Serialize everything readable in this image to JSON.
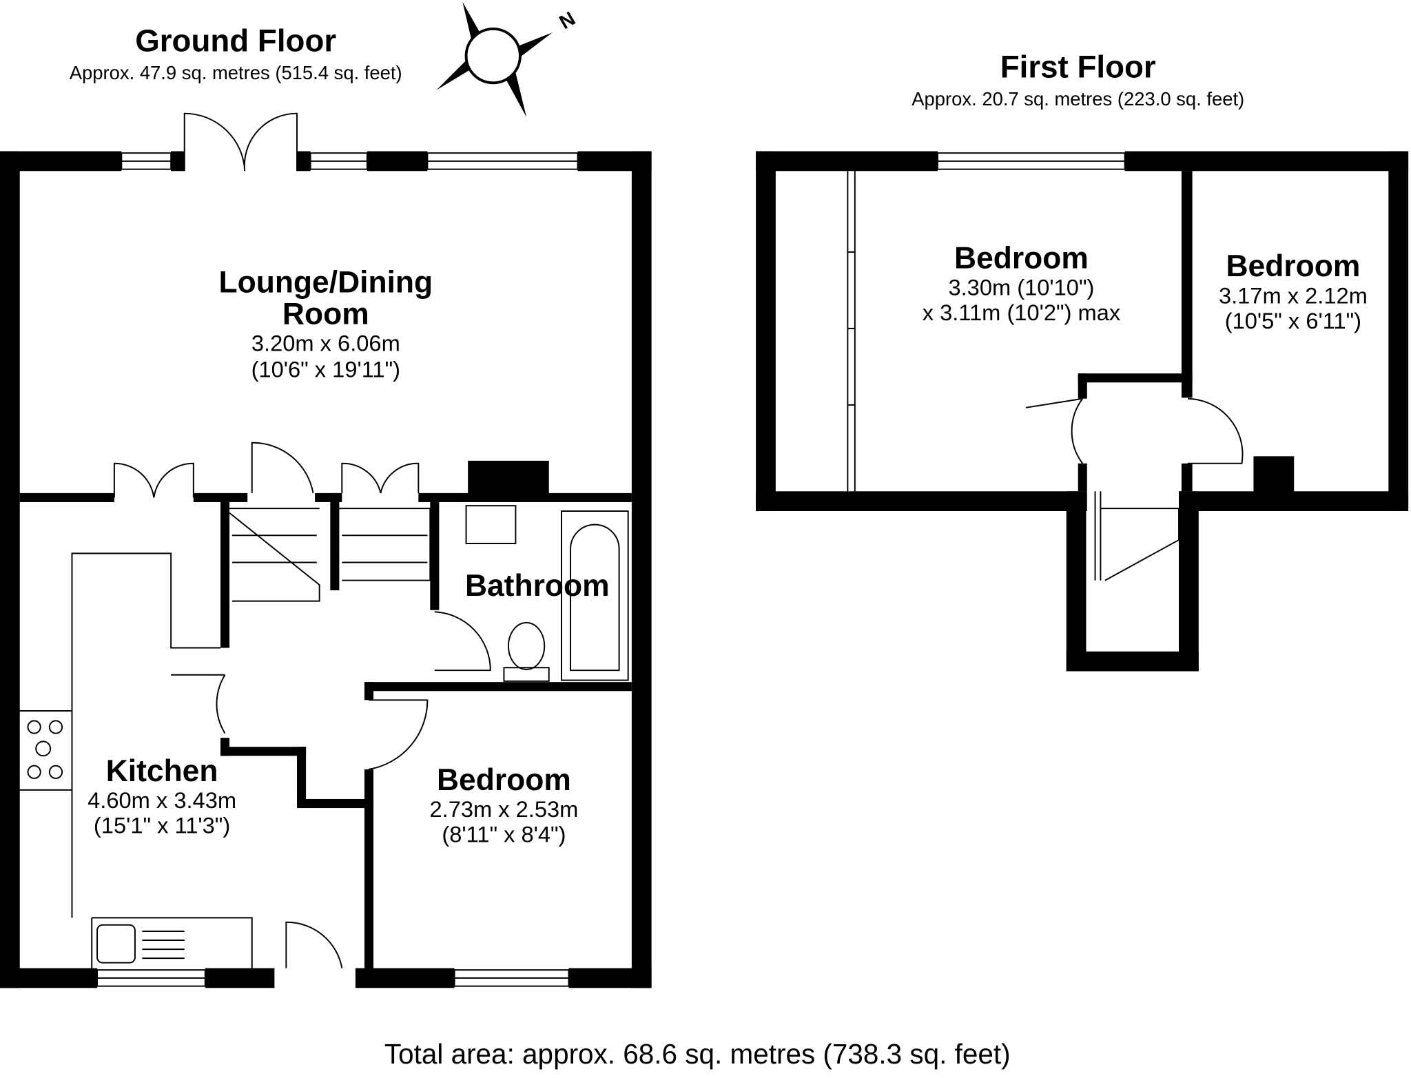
{
  "ground_floor": {
    "title": "Ground Floor",
    "area": "Approx. 47.9 sq. metres (515.4 sq. feet)",
    "rooms": [
      {
        "name_line1": "Lounge/Dining",
        "name_line2": "Room",
        "dims_metric": "3.20m x 6.06m",
        "dims_imperial": "(10'6\" x 19'11\")"
      },
      {
        "name": "Bathroom"
      },
      {
        "name": "Kitchen",
        "dims_metric": "4.60m x 3.43m",
        "dims_imperial": "(15'1\" x 11'3\")"
      },
      {
        "name": "Bedroom",
        "dims_metric": "2.73m x 2.53m",
        "dims_imperial": "(8'11\" x 8'4\")"
      }
    ]
  },
  "first_floor": {
    "title": "First Floor",
    "area": "Approx. 20.7 sq. metres (223.0 sq. feet)",
    "rooms": [
      {
        "name": "Bedroom",
        "dims_line1": "3.30m (10'10\")",
        "dims_line2": "x 3.11m (10'2\") max"
      },
      {
        "name": "Bedroom",
        "dims_metric": "3.17m x 2.12m",
        "dims_imperial": "(10'5\" x 6'11\")"
      }
    ]
  },
  "compass": {
    "label": "N",
    "icon": "compass-icon"
  },
  "total_area": "Total area: approx. 68.6 sq. metres (738.3 sq. feet)"
}
